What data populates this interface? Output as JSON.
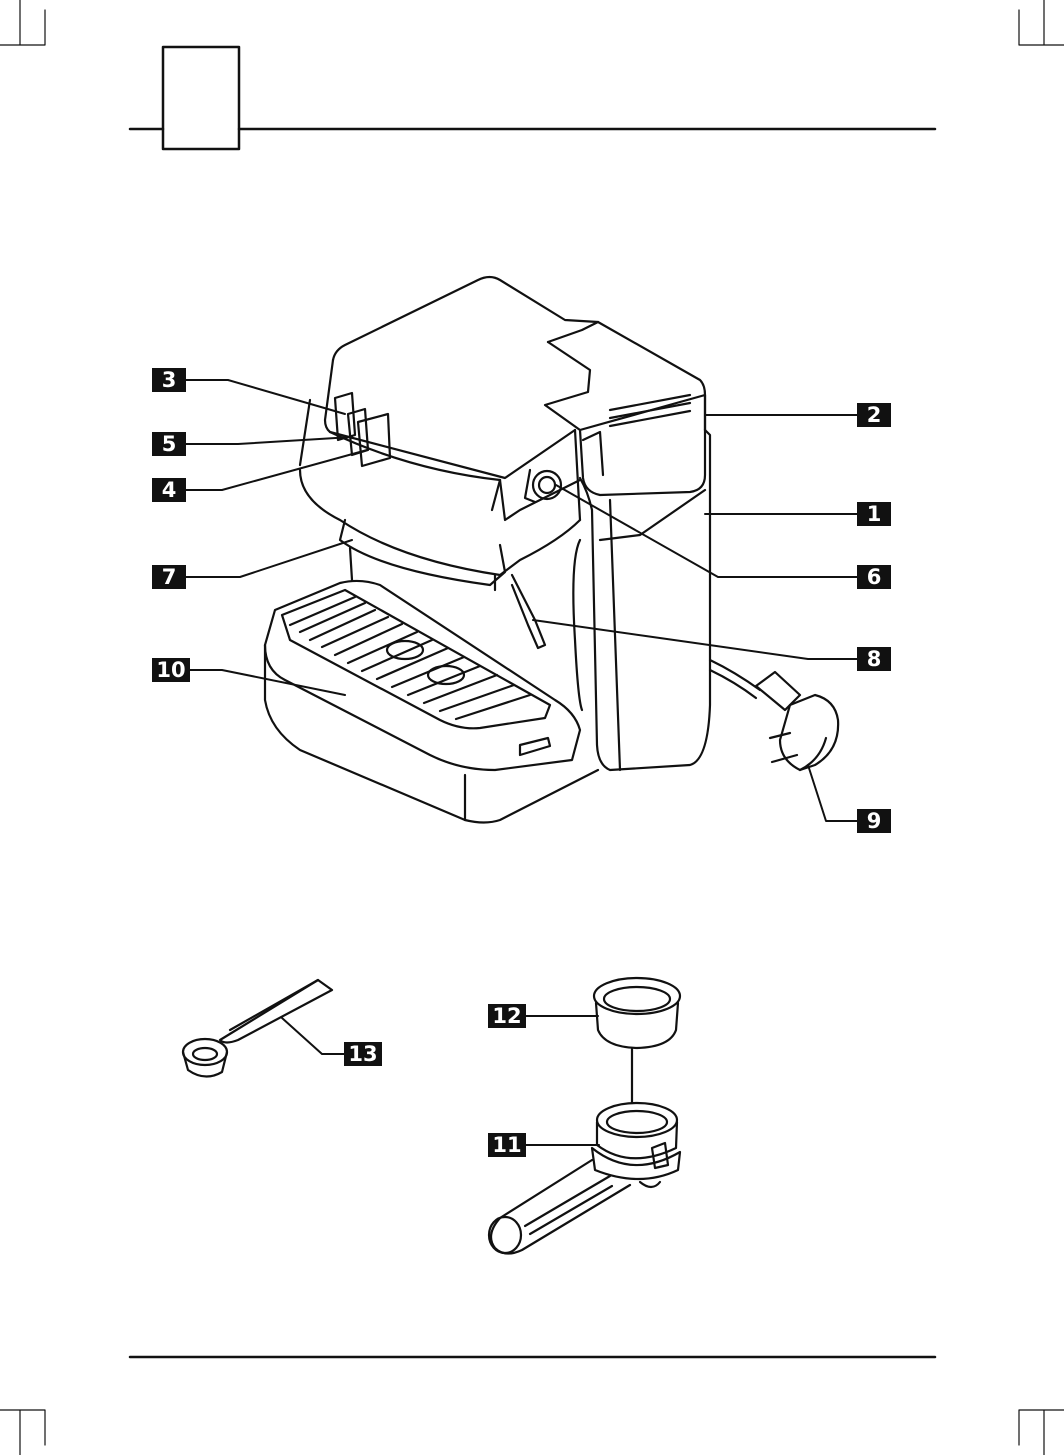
{
  "labels": {
    "l1": "1",
    "l2": "2",
    "l3": "3",
    "l4": "4",
    "l5": "5",
    "l6": "6",
    "l7": "7",
    "l8": "8",
    "l9": "9",
    "l10": "10",
    "l11": "11",
    "l12": "12",
    "l13": "13"
  },
  "colors": {
    "ink": "#111111",
    "label_bg": "#111111",
    "label_text": "#ffffff"
  }
}
